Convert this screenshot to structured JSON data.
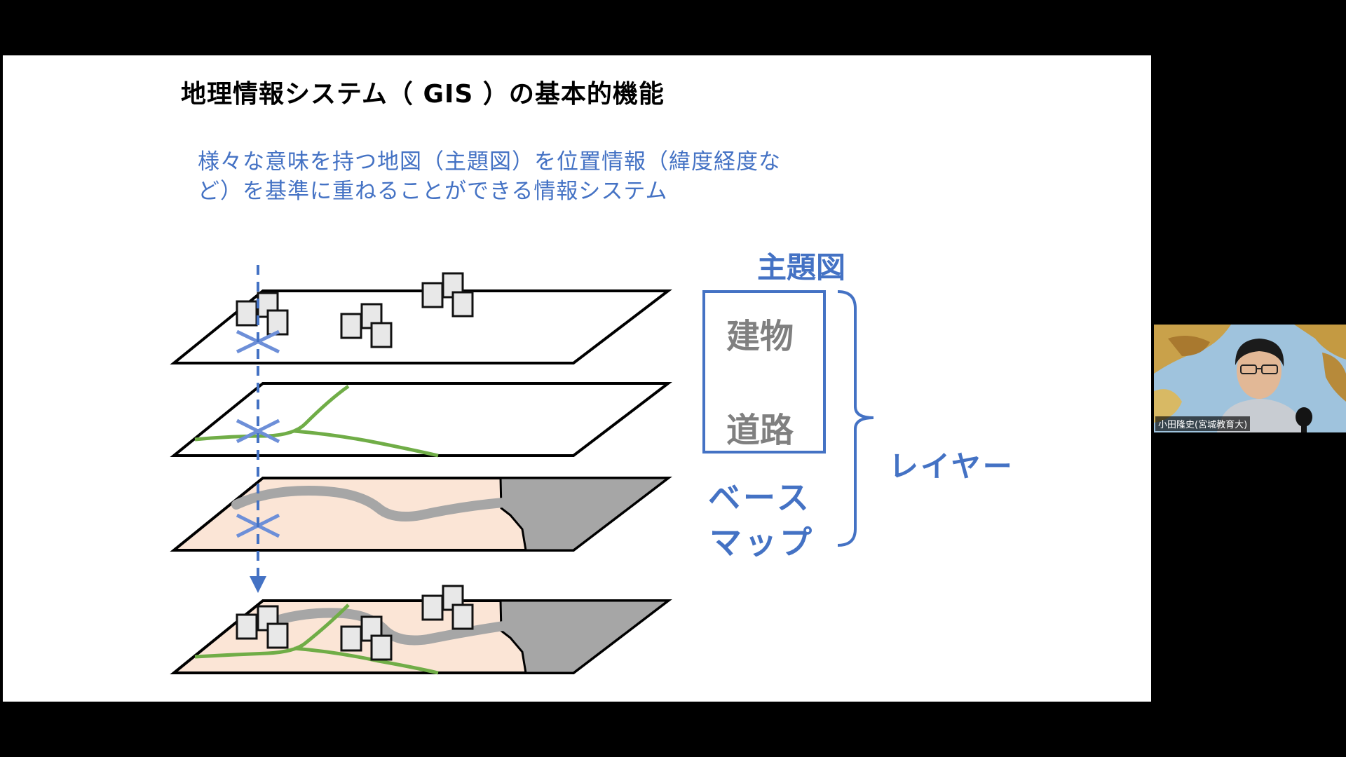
{
  "slide": {
    "title": "地理情報システム（ GIS ）の基本的機能",
    "description": "様々な意味を持つ地図（主題図）を位置情報（緯度経度など）を基準に重ねることができる情報システム",
    "labels": {
      "thematic_map": "主題図",
      "building": "建物",
      "road": "道路",
      "base_map_line1": "ベース",
      "base_map_line2": "マップ",
      "layer": "レイヤー"
    }
  },
  "webcam": {
    "participant_name": "小田隆史(宮城教育大)"
  },
  "colors": {
    "accent_blue": "#4472c4",
    "road_green": "#70ad47",
    "base_fill": "#fbe5d6",
    "base_gray": "#a6a6a6"
  }
}
